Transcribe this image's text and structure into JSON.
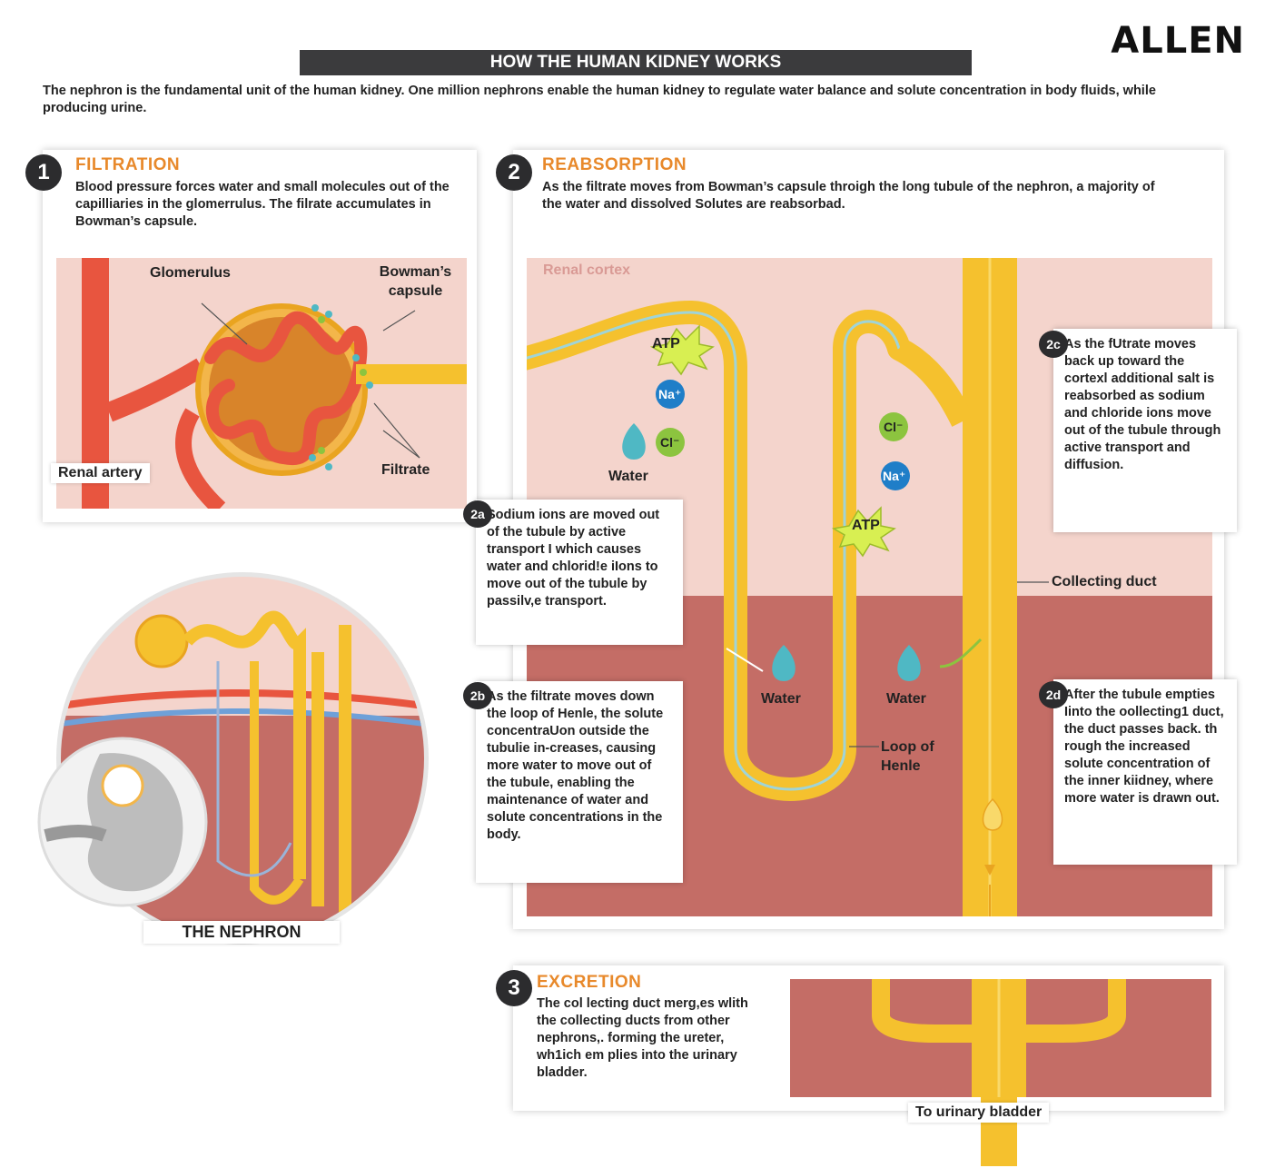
{
  "brand": "ALLEN",
  "title": "HOW THE HUMAN KIDNEY WORKS",
  "intro": "The nephron is the fundamental unit of the human kidney. One million nephrons enable the human kidney to regulate water balance and solute concentration in body fluids, while producing urine.",
  "sections": {
    "filtration": {
      "number": "1",
      "heading": "FILTRATION",
      "text": "Blood pressure forces water and small molecules out of the capilliaries in the glomerrulus. The filrate accumulates in Bowman’s capsule."
    },
    "reabsorption": {
      "number": "2",
      "heading": "REABSORPTION",
      "text": "As the filtrate moves from Bowman’s capsule throigh the long tubule of the nephron, a majority of the water and dissolved Solutes are reabsorbad."
    },
    "excretion": {
      "number": "3",
      "heading": "EXCRETION",
      "text": "The col lecting duct merg,es wlith the collecting ducts from other nephrons,. forming the ureter, wh1ich em plies into the urinary bladder."
    }
  },
  "labels": {
    "glomerulus": "Glomerulus",
    "bowmans_capsule": "Bowman’s capsule",
    "renal_artery": "Renal artery",
    "filtrate": "Filtrate",
    "renal_cortex": "Renal cortex",
    "water_1": "Water",
    "water_2": "Water",
    "water_3": "Water",
    "collecting_duct": "Collecting duct",
    "loop_of_henle": "Loop of Henle",
    "the_nephron": "THE NEPHRON",
    "to_urinary_bladder": "To urinary bladder",
    "atp": "ATP",
    "na": "Na⁺",
    "cl": "Cl⁻"
  },
  "callouts": {
    "c2a": {
      "tag": "2a",
      "text": "Sodium ions are moved out of the tubule by active transport I which causes water and chlorid!e iIons to move out of the tubule by passilv,e transport."
    },
    "c2b": {
      "tag": "2b",
      "text": "As the filtrate moves down the loop of Henle, the solute concentraUon outside the tubulie in-creases, causing more water to move out of the tubule, enabling the maintenance of water and solute concentrations in the body."
    },
    "c2c": {
      "tag": "2c",
      "text": "As the fUtrate moves back up toward the cortexl additional salt is reabsorbed as sodium and chloride ions move out of the tubule through active transport and diffusion."
    },
    "c2d": {
      "tag": "2d",
      "text": "After the tubule empties Iinto the oollecting1 duct, the duct passes back. th rough the increased solute concentration of the inner kiidney, where more water is drawn out."
    }
  },
  "colors": {
    "accent_orange": "#e8892b",
    "tubule_yellow": "#f5c12e",
    "artery_red": "#e8553f",
    "cortex_pink": "#f4d4cc",
    "medulla_red": "#c46d66",
    "na_blue": "#1f7ec8",
    "cl_green": "#8cc43f",
    "water_teal": "#4fb8c4"
  }
}
